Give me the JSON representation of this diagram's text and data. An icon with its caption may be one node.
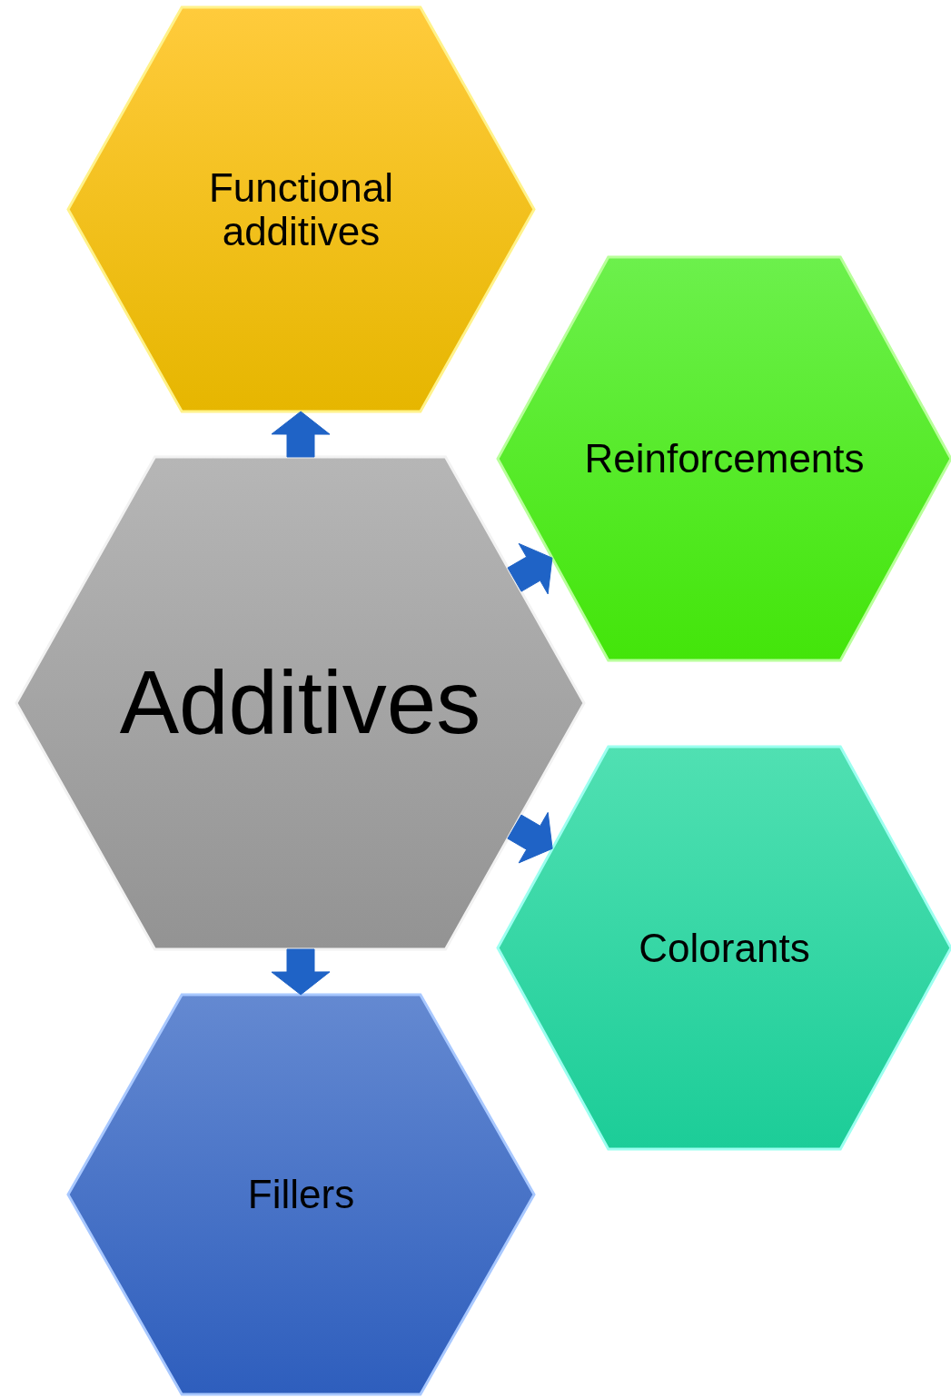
{
  "diagram": {
    "nodes": [
      {
        "text": [
          "Functional additives"
        ]
      },
      {
        "text": [
          "Reinforcements"
        ]
      },
      {
        "text": [
          "Additives"
        ]
      },
      {
        "text": [
          "Colorants"
        ]
      },
      {
        "text": [
          "Fillers"
        ]
      }
    ],
    "edges": [
      {
        "from": 2,
        "to": 0,
        "arrow": "to"
      },
      {
        "from": 2,
        "to": 1,
        "arrow": "to"
      },
      {
        "from": 2,
        "to": 3,
        "arrow": "to"
      },
      {
        "from": 2,
        "to": 4,
        "arrow": "to"
      }
    ]
  }
}
